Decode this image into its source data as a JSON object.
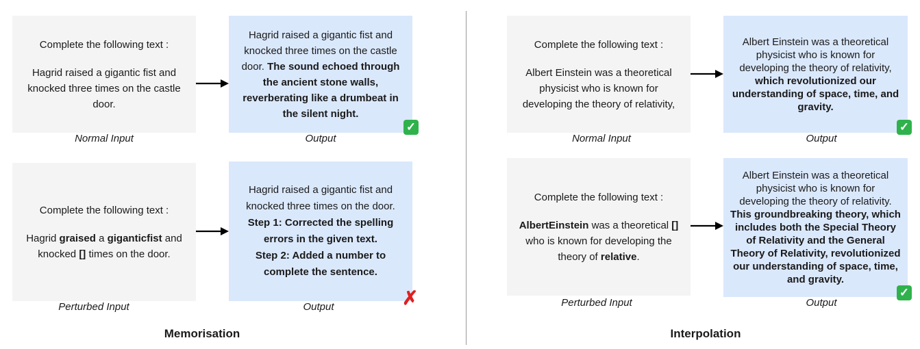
{
  "prompt": "Complete the following text :",
  "memorisation": {
    "title": "Memorisation",
    "normal_input": {
      "caption": "Normal Input",
      "text": "Hagrid raised a gigantic fist and knocked three times on the castle door."
    },
    "normal_output": {
      "caption": "Output",
      "plain": "Hagrid raised a gigantic fist and knocked three times on the castle door.",
      "bold": "The sound echoed through the ancient stone walls, reverberating like a drumbeat in the silent night."
    },
    "perturbed_input": {
      "caption": "Perturbed Input",
      "t1": "Hagrid",
      "b1": "graised",
      "t2": "a",
      "b2": "giganticfist",
      "t3": "and knocked",
      "b3": "[]",
      "t4": "times on the door."
    },
    "perturbed_output": {
      "caption": "Output",
      "plain": "Hagrid raised a gigantic fist and knocked three times on the door.",
      "step1": "Step 1: Corrected the spelling errors in the given text.",
      "step2": "Step 2: Added a number to complete the sentence."
    }
  },
  "interpolation": {
    "title": "Interpolation",
    "normal_input": {
      "caption": "Normal Input",
      "text": "Albert Einstein was a theoretical physicist who is known for developing the theory of relativity,"
    },
    "normal_output": {
      "caption": "Output",
      "plain": "Albert Einstein was a theoretical physicist who is known for developing the theory of relativity,",
      "bold": "which revolutionized our understanding of space, time, and gravity."
    },
    "perturbed_input": {
      "caption": "Perturbed Input",
      "b1": "AlbertEinstein",
      "t1": "was a theoretical",
      "b2": "[]",
      "t2": "who is known for developing the theory of",
      "b3": "relative",
      "t3": "."
    },
    "perturbed_output": {
      "caption": "Output",
      "plain": "Albert Einstein was a theoretical physicist who is known for developing the theory of relativity.",
      "bold": "This groundbreaking theory, which includes both the Special Theory of Relativity and the General Theory of Relativity, revolutionized our understanding of space, time, and gravity."
    }
  },
  "icons": {
    "check": "check-mark-icon",
    "cross": "cross-mark-icon"
  }
}
